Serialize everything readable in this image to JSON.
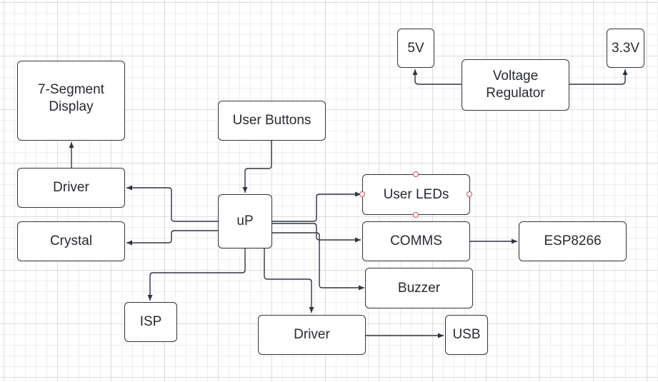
{
  "nodes": {
    "five_v": "5V",
    "three_v3": "3.3V",
    "voltage_regulator": "Voltage\nRegulator",
    "seven_segment": "7-Segment\nDisplay",
    "user_buttons": "User Buttons",
    "driver_display": "Driver",
    "crystal": "Crystal",
    "up": "uP",
    "user_leds": "User LEDs",
    "comms": "COMMS",
    "esp8266": "ESP8266",
    "buzzer": "Buzzer",
    "isp": "ISP",
    "driver_usb": "Driver",
    "usb": "USB"
  },
  "colors": {
    "stroke": "#2e3440",
    "text": "#262a30",
    "selection_handle": "#d14a4a",
    "grid": "#dcdcdc"
  }
}
